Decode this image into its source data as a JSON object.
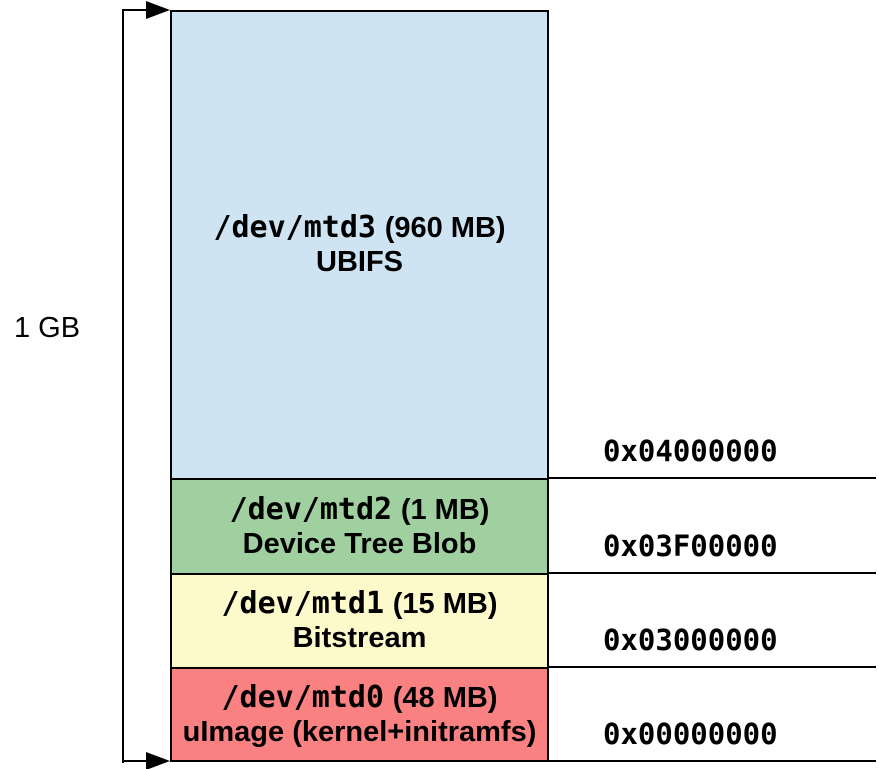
{
  "diagram": {
    "title": "flash-memory-partition-map",
    "total_label": "1 GB",
    "colors": {
      "border": "#000000",
      "background": "#ffffff"
    },
    "partitions": [
      {
        "device": "/dev/mtd3",
        "size": "(960 MB)",
        "name": "UBIFS",
        "color": "#cfe4f2",
        "address": "0x04000000"
      },
      {
        "device": "/dev/mtd2",
        "size": "(1 MB)",
        "name": "Device Tree Blob",
        "color": "#a0cfa0",
        "address": "0x03F00000"
      },
      {
        "device": "/dev/mtd1",
        "size": "(15 MB)",
        "name": "Bitstream",
        "color": "#fcfacb",
        "address": "0x03000000"
      },
      {
        "device": "/dev/mtd0",
        "size": "(48 MB)",
        "name": "uImage (kernel+initramfs)",
        "color": "#f98181",
        "address": "0x00000000"
      }
    ]
  }
}
